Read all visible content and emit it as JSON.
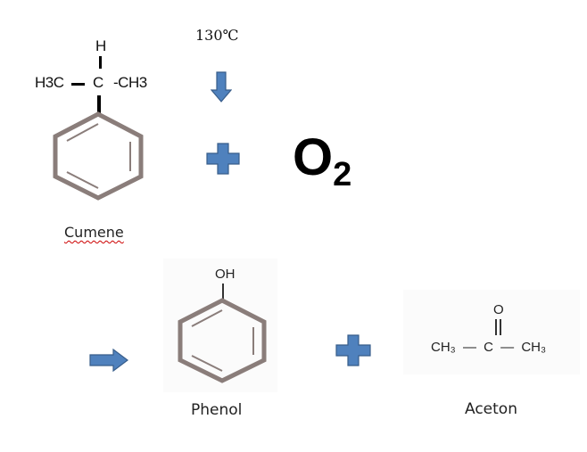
{
  "cumene": {
    "h": "H",
    "left_group": "H3C",
    "center_atom": "C",
    "right_group": "-CH3",
    "name": "Cumene"
  },
  "condition": {
    "temperature": "130℃"
  },
  "oxygen": {
    "symbol": "O",
    "subscript": "2"
  },
  "phenol": {
    "oh": "OH",
    "name": "Phenol"
  },
  "aceton": {
    "o": "O",
    "left": "CH₃",
    "dash1": "—",
    "center": "C",
    "dash2": "—",
    "right": "CH₃",
    "name": "Aceton"
  },
  "colors": {
    "ring": "#8a7d7a",
    "arrow_fill": "#4f81bd",
    "arrow_stroke": "#385d8a",
    "bond": "#000000"
  }
}
